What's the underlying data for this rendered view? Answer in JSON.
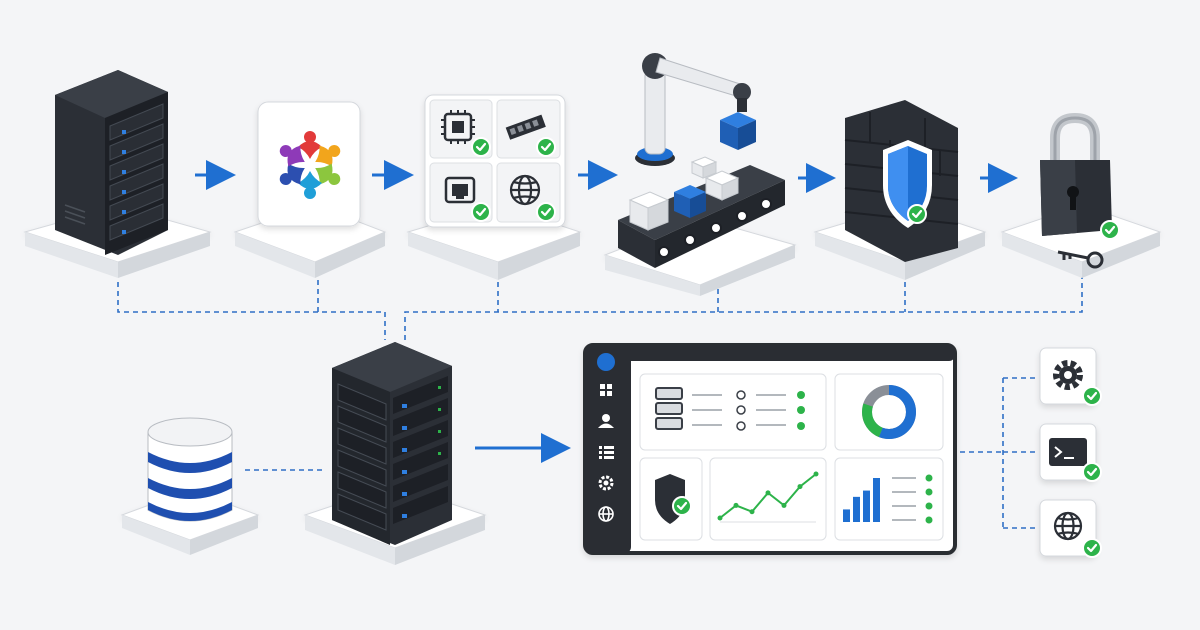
{
  "colors": {
    "background": "#f4f5f7",
    "accent_blue": "#1f6fd1",
    "connector_blue": "#2f6fc6",
    "check_green": "#2db34a",
    "server_dark": "#2b2f36",
    "server_panel": "#1d2026",
    "tile_white": "#ffffff",
    "dashboard_frame": "#2a2d33",
    "chart_gray": "#8a8f97"
  },
  "pipeline": {
    "steps": [
      {
        "name": "source-server",
        "icon": "server-rack-icon"
      },
      {
        "name": "collaboration-app",
        "icon": "people-circle-logo-icon"
      },
      {
        "name": "hardware-inventory",
        "icon": "hardware-grid-icon"
      },
      {
        "name": "automation",
        "icon": "robot-arm-conveyor-icon"
      },
      {
        "name": "firewall-security",
        "icon": "firewall-shield-icon"
      },
      {
        "name": "access-lock",
        "icon": "padlock-key-icon"
      }
    ]
  },
  "hub": {
    "icon": "central-server-rack-icon"
  },
  "database": {
    "icon": "database-cylinder-icon"
  },
  "dashboard": {
    "sidebar_icons": [
      "grid-icon",
      "user-icon",
      "list-icon",
      "gear-icon",
      "globe-icon"
    ],
    "donut_fraction": 0.8,
    "line_chart_points": [
      3,
      5,
      4,
      7,
      5,
      8,
      10
    ],
    "bar_chart_values": [
      2,
      4,
      5,
      7
    ]
  },
  "services": [
    {
      "icon": "gear-icon"
    },
    {
      "icon": "terminal-icon"
    },
    {
      "icon": "globe-icon"
    }
  ]
}
